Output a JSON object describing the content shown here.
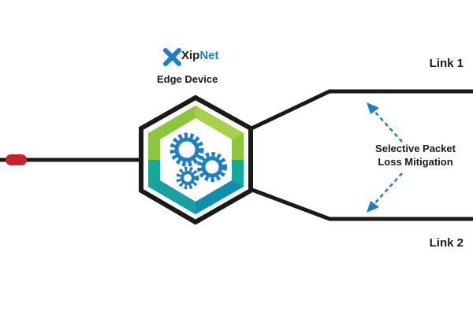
{
  "brand": {
    "prefix": "Xip",
    "suffix": "Net"
  },
  "device_label": "Edge Device",
  "links": [
    {
      "label": "Link 1"
    },
    {
      "label": "Link 2"
    }
  ],
  "mitigation": {
    "line1": "Selective Packet",
    "line2": "Loss Mitigation"
  },
  "colors": {
    "accent": "#1e7fc4",
    "line": "#1a1a1a",
    "connector": "#c8202f"
  }
}
